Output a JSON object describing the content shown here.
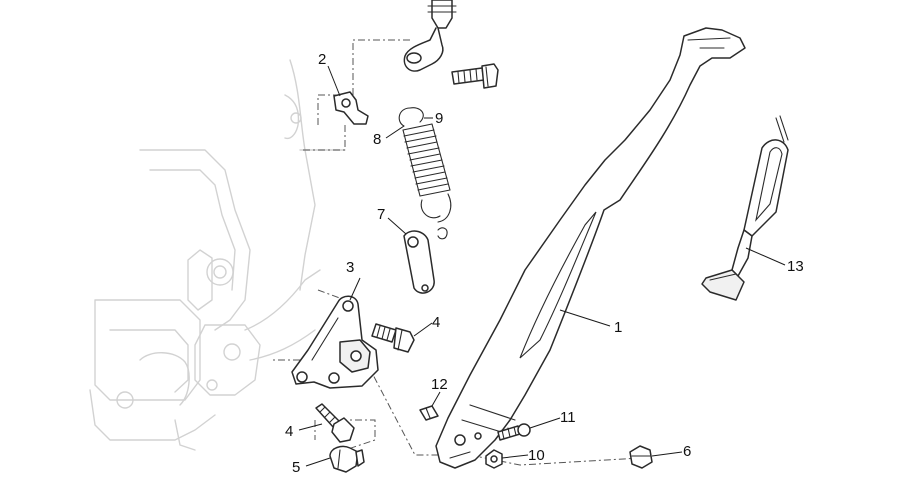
{
  "callouts": {
    "c1": "1",
    "c2": "2",
    "c3": "3",
    "c4a": "4",
    "c4b": "4",
    "c5": "5",
    "c6": "6",
    "c7": "7",
    "c8": "8",
    "c9": "9",
    "c10": "10",
    "c11": "11",
    "c12": "12",
    "c13": "13"
  },
  "colors": {
    "line": "#2b2b2b",
    "background_frame": "#d2d2d2",
    "text": "#111111"
  }
}
